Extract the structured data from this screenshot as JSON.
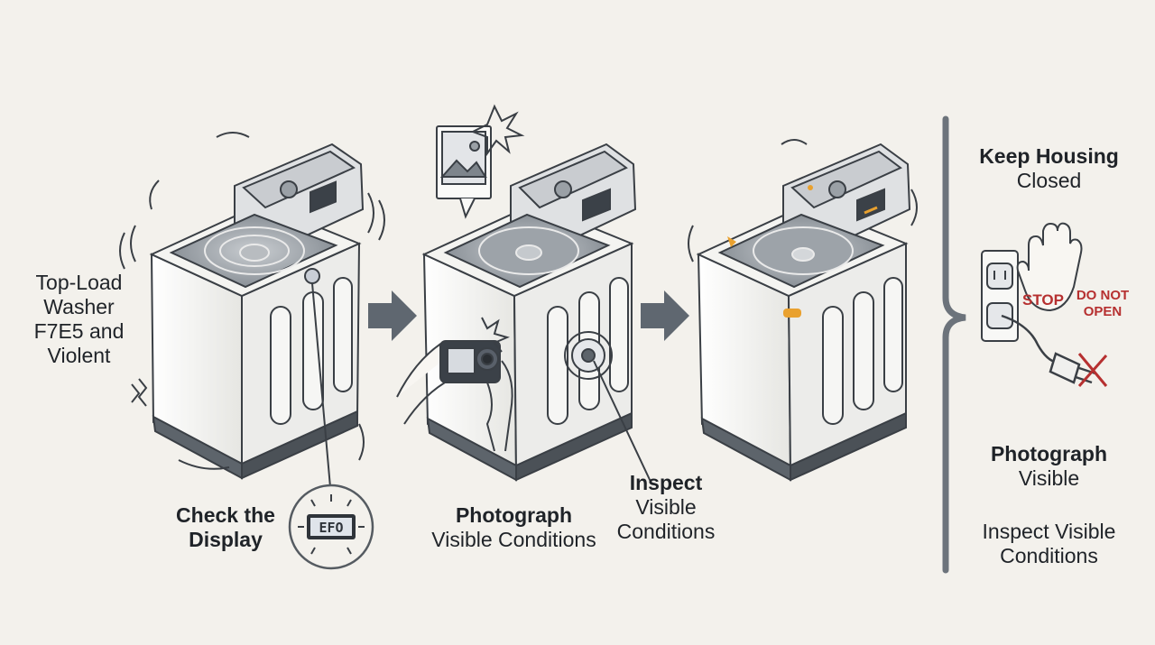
{
  "intro": {
    "lines": [
      "Top-Load",
      "Washer",
      "F7E5 and",
      "Violent"
    ]
  },
  "step_check": {
    "title_lines": [
      "Check the",
      "Display"
    ],
    "display_code": "EFO"
  },
  "step_photo": {
    "title": "Photograph",
    "subtitle": "Visible Conditions"
  },
  "step_inspect": {
    "title": "Inspect",
    "subtitle_lines": [
      "Visible",
      "Conditions"
    ]
  },
  "sidebar": {
    "keep_title": "Keep Housing",
    "keep_sub": "Closed",
    "stop_sign": "STOP",
    "warning_lines": [
      "DO NOT",
      "OPEN"
    ],
    "photo_title": "Photograph",
    "photo_sub": "Visible",
    "inspect_lines": [
      "Inspect Visible",
      "Conditions"
    ]
  },
  "colors": {
    "background": "#f3f1ec",
    "ink": "#1f2328",
    "arrow": "#5f6770",
    "divider": "#6c737b",
    "warning_red": "#b63030",
    "indicator_orange": "#e9a12f"
  }
}
